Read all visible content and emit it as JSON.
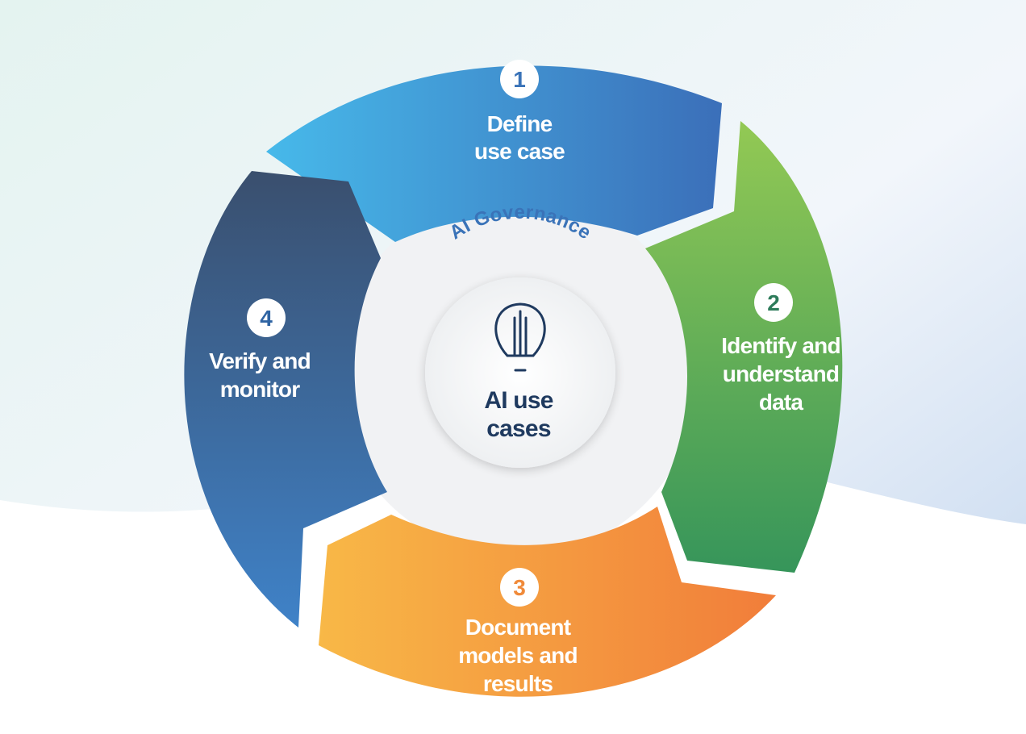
{
  "center": {
    "ring_title": "AI Governance",
    "title_line1": "AI use",
    "title_line2": "cases",
    "icon": "lightbulb-icon"
  },
  "steps": [
    {
      "number": "1",
      "lines": [
        "Define",
        "use case"
      ],
      "color": "#3f8fd6"
    },
    {
      "number": "2",
      "lines": [
        "Identify and",
        "understand",
        "data"
      ],
      "color": "#5cae4e"
    },
    {
      "number": "3",
      "lines": [
        "Document",
        "models and",
        "results"
      ],
      "color": "#f4a03e"
    },
    {
      "number": "4",
      "lines": [
        "Verify and",
        "monitor"
      ],
      "color": "#2f64a3"
    }
  ],
  "colors": {
    "step1_start": "#47b9ea",
    "step1_end": "#3b6fb9",
    "step2_start": "#93c954",
    "step2_end": "#36955a",
    "step3_start": "#f8b847",
    "step3_end": "#f17d3a",
    "step4_start": "#3a4f6e",
    "step4_end": "#3f82c8",
    "center_text": "#1f3a5f",
    "ring_text": "#3a73b8"
  }
}
